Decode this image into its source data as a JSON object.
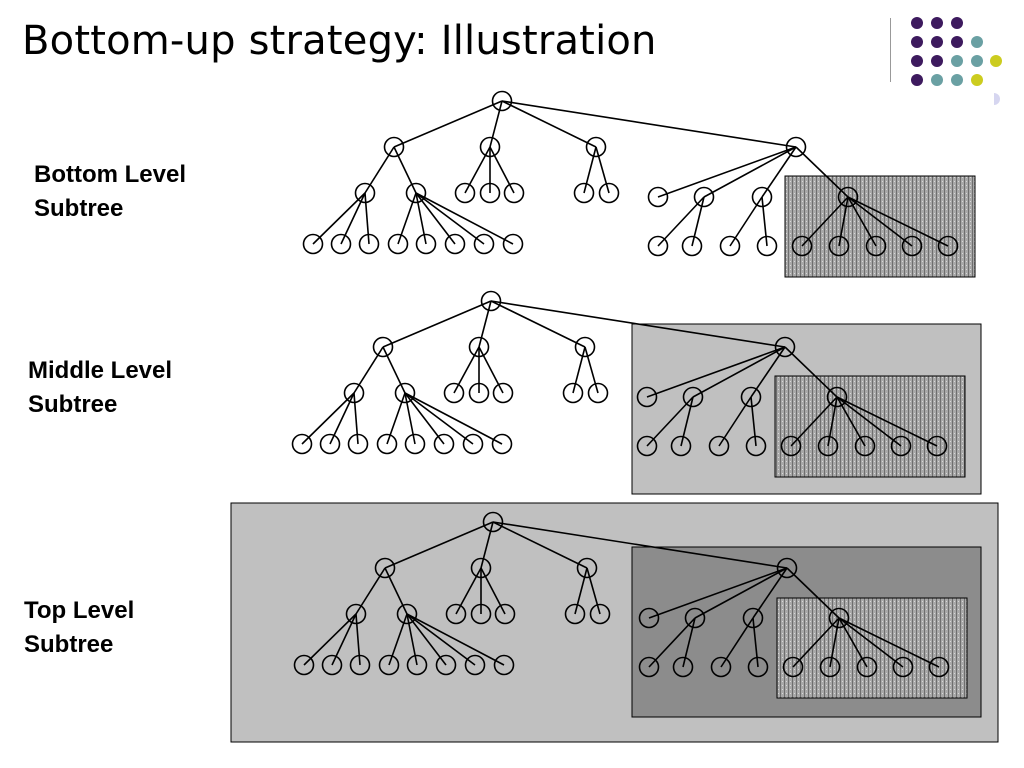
{
  "title": "Bottom-up strategy: Illustration",
  "labels": {
    "bottom": [
      "Bottom Level",
      "Subtree"
    ],
    "middle": [
      "Middle Level",
      "Subtree"
    ],
    "top": [
      "Top Level",
      "Subtree"
    ]
  },
  "colors": {
    "purple": "#3d1a5e",
    "teal": "#6aa0a3",
    "yellow": "#cccc1f",
    "lavender": "#d6d6f0",
    "light_gray": "#c0c0c0",
    "dark_gray": "#8c8c8c",
    "hatch_gray": "#a8a8a8"
  }
}
